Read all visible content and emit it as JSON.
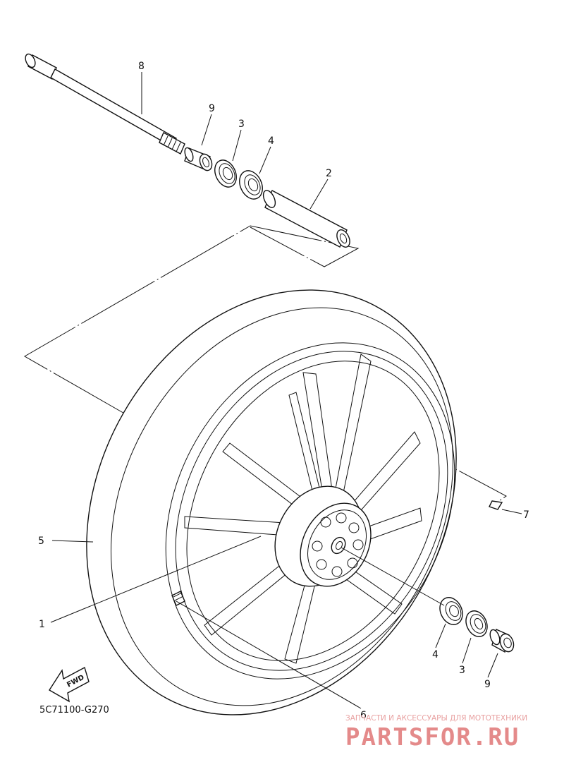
{
  "diagram": {
    "callouts": [
      {
        "id": "c8a",
        "label": "8"
      },
      {
        "id": "c9a",
        "label": "9"
      },
      {
        "id": "c3a",
        "label": "3"
      },
      {
        "id": "c4a",
        "label": "4"
      },
      {
        "id": "c2",
        "label": "2"
      },
      {
        "id": "c5",
        "label": "5"
      },
      {
        "id": "c1",
        "label": "1"
      },
      {
        "id": "c7",
        "label": "7"
      },
      {
        "id": "c4b",
        "label": "4"
      },
      {
        "id": "c3b",
        "label": "3"
      },
      {
        "id": "c9b",
        "label": "9"
      },
      {
        "id": "c6",
        "label": "6"
      }
    ],
    "drawing_code": "5C71100-G270",
    "fwd_label": "FWD"
  },
  "watermark": {
    "subtitle": "ЗАПЧАСТИ И АКСЕССУАРЫ ДЛЯ МОТОТЕХНИКИ",
    "brand": "PARTSFOR.RU",
    "color": "#e48a8a"
  }
}
